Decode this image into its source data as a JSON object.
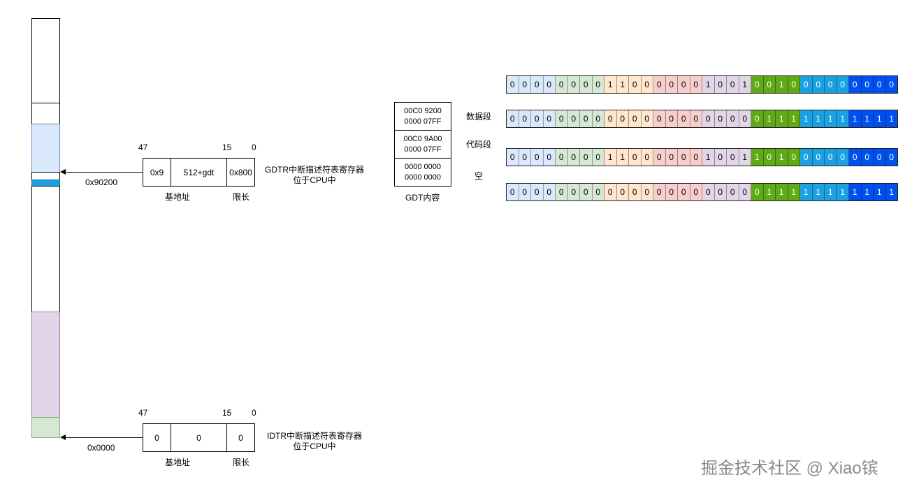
{
  "memory": {
    "base_address_label": "0x90200",
    "zero_address_label": "0x0000",
    "colors": {
      "light_blue": "#dae8fc",
      "accent_blue": "#1ba1e2",
      "purple": "#e1d5e7",
      "green": "#d5e8d4"
    }
  },
  "gdtr": {
    "bit_47": "47",
    "bit_15": "15",
    "bit_0": "0",
    "base_high": "0x9",
    "base_low": "512+gdt",
    "limit": "0x800",
    "base_caption": "基地址",
    "limit_caption": "限长",
    "desc_line1": "GDTR中断描述符表寄存器",
    "desc_line2": "位于CPU中"
  },
  "idtr": {
    "bit_47": "47",
    "bit_15": "15",
    "bit_0": "0",
    "base_high": "0",
    "base_low": "0",
    "limit": "0",
    "base_caption": "基地址",
    "limit_caption": "限长",
    "desc_line1": "IDTR中断描述符表寄存器",
    "desc_line2": "位于CPU中"
  },
  "gdt": {
    "caption": "GDT内容",
    "entries": [
      {
        "line1": "00C0 9200",
        "line2": "0000 07FF",
        "label": "数据段"
      },
      {
        "line1": "00C0 9A00",
        "line2": "0000 07FF",
        "label": "代码段"
      },
      {
        "line1": "0000 0000",
        "line2": "0000 0000",
        "label": "空"
      }
    ]
  },
  "bit_rows": [
    "00000000110000001001001000000000",
    "00000000000000000000011111111111",
    "00000000110000001001101000000000",
    "00000000000000000000011111111111"
  ],
  "bit_group_colors": [
    "#dae8fc",
    "#d5e8d4",
    "#ffe6cc",
    "#f8cecc",
    "#e1d5e7",
    "#60a917",
    "#1ba1e2",
    "#0050ef"
  ],
  "watermark": "掘金技术社区 @ Xiao镔"
}
